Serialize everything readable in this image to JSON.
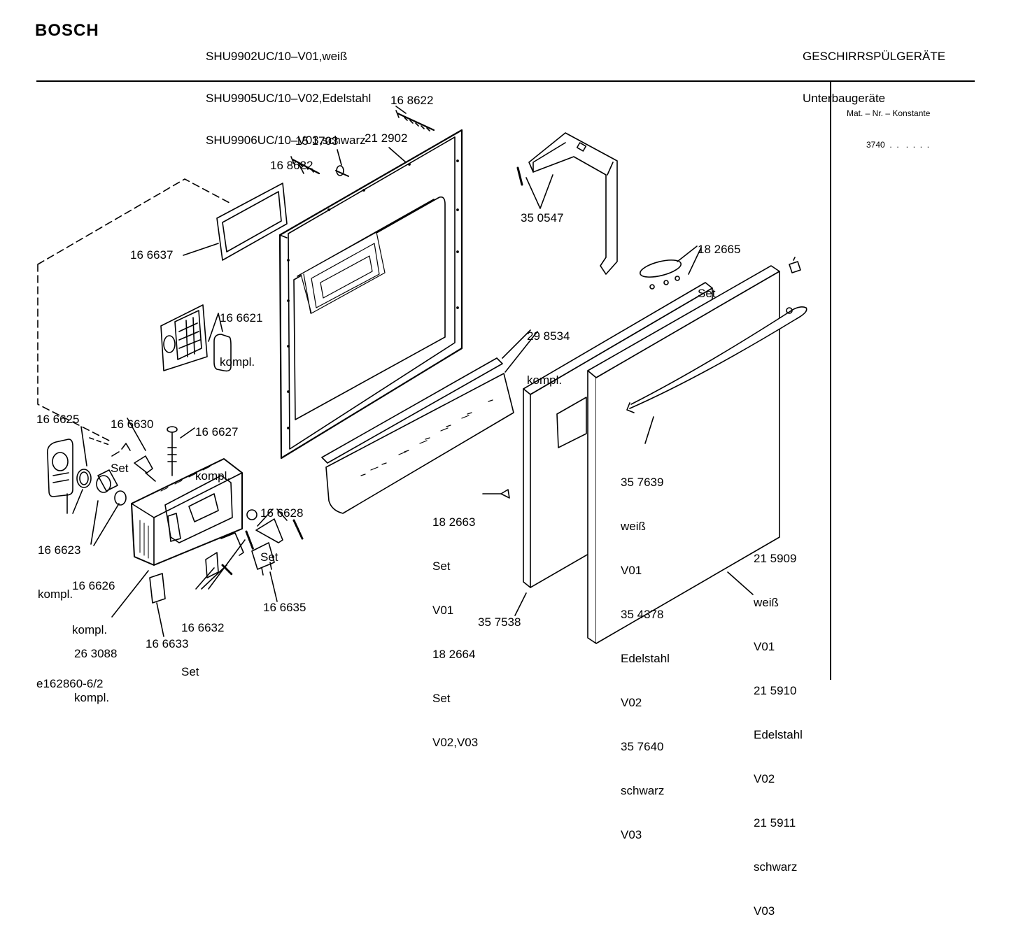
{
  "header": {
    "brand": "BOSCH",
    "models": [
      "SHU9902UC/10–V01,weiß",
      "SHU9905UC/10–V02,Edelstahl",
      "SHU9906UC/10–V03,schwarz"
    ],
    "category": [
      "GESCHIRRSPÜLGERÄTE",
      "Unterbaugeräte"
    ]
  },
  "side_panel": {
    "title": "Mat. – Nr. – Konstante",
    "value": "3740  .  .   .  .  .  ."
  },
  "footer": {
    "reference": "e162860-6/2"
  },
  "parts": [
    {
      "id": "p-168622-top",
      "lines": [
        "16 8622"
      ]
    },
    {
      "id": "p-151703",
      "lines": [
        "15 1703"
      ]
    },
    {
      "id": "p-212902",
      "lines": [
        "21 2902"
      ]
    },
    {
      "id": "p-168622-mid",
      "lines": [
        "16 8622"
      ]
    },
    {
      "id": "p-350547",
      "lines": [
        "35 0547"
      ]
    },
    {
      "id": "p-166637",
      "lines": [
        "16 6637"
      ]
    },
    {
      "id": "p-182665",
      "lines": [
        "18 2665",
        "Set"
      ]
    },
    {
      "id": "p-166621",
      "lines": [
        "16 6621",
        "kompl."
      ]
    },
    {
      "id": "p-298534",
      "lines": [
        "29 8534",
        "kompl."
      ]
    },
    {
      "id": "p-166630",
      "lines": [
        "16 6630",
        "Set"
      ]
    },
    {
      "id": "p-166627",
      "lines": [
        "16 6627",
        "kompl."
      ]
    },
    {
      "id": "p-166625",
      "lines": [
        "16 6625"
      ]
    },
    {
      "id": "p-357639",
      "lines": [
        "35 7639",
        "weiß",
        "V01",
        "35 4378",
        "Edelstahl",
        "V02",
        "35 7640",
        "schwarz",
        "V03"
      ]
    },
    {
      "id": "p-166628",
      "lines": [
        "16 6628",
        "Set"
      ]
    },
    {
      "id": "p-182663",
      "lines": [
        "18 2663",
        "Set",
        "V01",
        "18 2664",
        "Set",
        "V02,V03"
      ]
    },
    {
      "id": "p-166623",
      "lines": [
        "16 6623",
        "kompl."
      ]
    },
    {
      "id": "p-215909",
      "lines": [
        "21 5909",
        "weiß",
        "V01",
        "21 5910",
        "Edelstahl",
        "V02",
        "21 5911",
        "schwarz",
        "V03"
      ]
    },
    {
      "id": "p-166626",
      "lines": [
        "16 6626",
        "kompl."
      ]
    },
    {
      "id": "p-166632",
      "lines": [
        "16 6632",
        "Set"
      ]
    },
    {
      "id": "p-166635",
      "lines": [
        "16 6635"
      ]
    },
    {
      "id": "p-263088",
      "lines": [
        "26 3088",
        "kompl."
      ]
    },
    {
      "id": "p-357538",
      "lines": [
        "35 7538"
      ]
    },
    {
      "id": "p-166633",
      "lines": [
        "16 6633"
      ]
    }
  ]
}
